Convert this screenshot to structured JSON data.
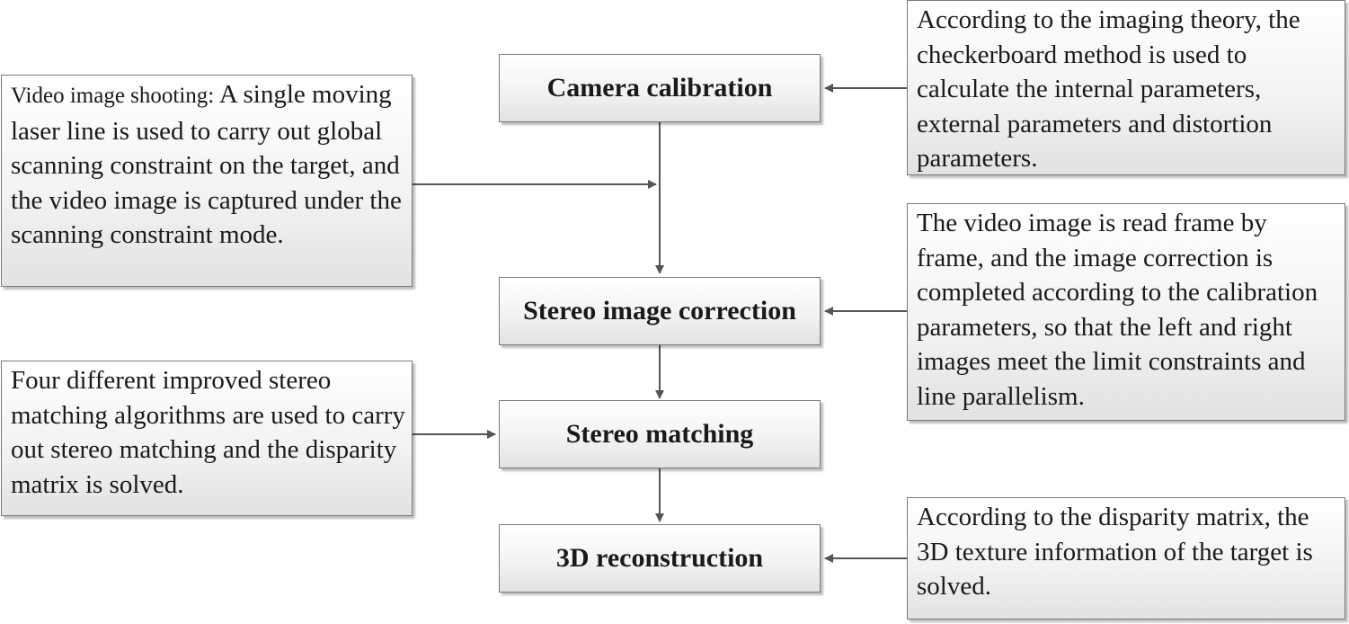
{
  "steps": {
    "camera_calibration": "Camera calibration",
    "stereo_image_correction": "Stereo image correction",
    "stereo_matching": "Stereo matching",
    "reconstruction_3d": "3D reconstruction"
  },
  "notes": {
    "calibration_note": "According to the imaging theory, the checkerboard method is used to calculate the internal parameters, external parameters and distortion parameters.",
    "video_shooting_lead": "Video image shooting:",
    "video_shooting_body": " A single moving laser line is used to carry out global scanning constraint on the target, and the video image is captured under the scanning constraint mode.",
    "correction_note": "The video image is read frame by frame, and the image correction is completed according to the calibration parameters, so that the left and right images meet the limit constraints and line parallelism.",
    "matching_note": "Four different improved stereo matching algorithms are used to carry out stereo matching and the disparity  matrix is solved.",
    "reconstruction_note": "According to the disparity  matrix, the 3D texture information of the target is solved."
  }
}
